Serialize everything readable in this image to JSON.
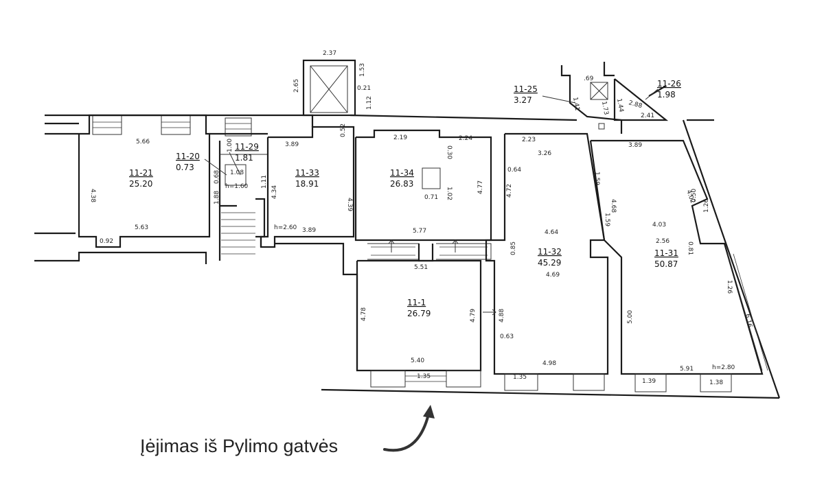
{
  "caption": "Įėjimas iš Pylimo gatvės",
  "rooms": [
    {
      "id": "11-21",
      "area": "25.20"
    },
    {
      "id": "11-20",
      "area": "0.73"
    },
    {
      "id": "11-29",
      "area": "1.81"
    },
    {
      "id": "11-33",
      "area": "18.91"
    },
    {
      "id": "11-34",
      "area": "26.83"
    },
    {
      "id": "11-32",
      "area": "45.29"
    },
    {
      "id": "11-31",
      "area": "50.87"
    },
    {
      "id": "11-1",
      "area": "26.79"
    },
    {
      "id": "11-25",
      "area": "3.27"
    },
    {
      "id": "11-26",
      "area": "1.98"
    }
  ],
  "dimensions": [
    "2.37",
    "2.65",
    "1.53",
    "0.21",
    "1.12",
    "5.66",
    "4.38",
    "5.63",
    "0.92",
    "1.08",
    "1.88",
    "0.68",
    "h=1.60",
    "1.00",
    "3.89",
    "0.52",
    "1.11",
    "4.34",
    "4.39",
    "h=2.60",
    "3.89",
    "2.19",
    "0.30",
    "2.24",
    "1.02",
    "0.71",
    "4.77",
    "5.77",
    "0.64",
    "2.23",
    "3.26",
    "4.72",
    "4.64",
    "0.85",
    "4.69",
    "5.51",
    "4.78",
    "4.79",
    "4.88",
    "0.63",
    "5.40",
    "1.35",
    "4.98",
    "1.35",
    "3.89",
    "1.59",
    "4.68",
    "1.59",
    "4.02",
    "0.50",
    "1.26",
    "4.03",
    "2.56",
    "0.81",
    "1.26",
    "6.16",
    "5.00",
    "5.91",
    "h=2.80",
    "1.39",
    "1.38",
    ".69",
    "1.41",
    "1.73",
    "1.44",
    "2.88",
    "2.41"
  ]
}
